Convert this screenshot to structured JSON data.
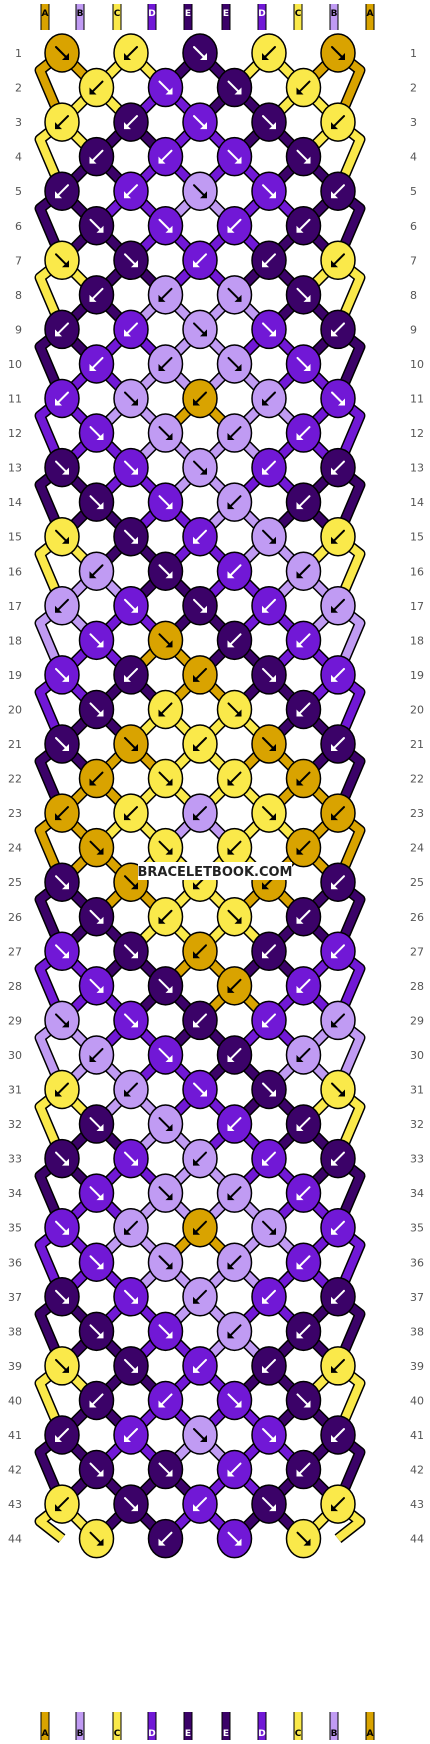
{
  "watermark": "BRACELETBOOK.COM",
  "strand_letters": [
    "A",
    "B",
    "C",
    "D",
    "E",
    "E",
    "D",
    "C",
    "B",
    "A"
  ],
  "row_count": 44,
  "palette": {
    "A": "#D9A300",
    "B": "#C09BF3",
    "C": "#FAE94A",
    "D": "#7118D6",
    "E": "#3B0268"
  },
  "rows": [
    [
      "A",
      "C",
      "E",
      "C",
      "A"
    ],
    [
      "C",
      "D",
      "E",
      "C"
    ],
    [
      "C",
      "E",
      "D",
      "E",
      "C"
    ],
    [
      "E",
      "D",
      "D",
      "E"
    ],
    [
      "E",
      "D",
      "B",
      "D",
      "E"
    ],
    [
      "E",
      "D",
      "D",
      "E"
    ],
    [
      "C",
      "E",
      "D",
      "E",
      "C"
    ],
    [
      "E",
      "B",
      "B",
      "E"
    ],
    [
      "E",
      "D",
      "B",
      "D",
      "E"
    ],
    [
      "D",
      "B",
      "B",
      "D"
    ],
    [
      "D",
      "B",
      "A",
      "B",
      "D"
    ],
    [
      "D",
      "B",
      "B",
      "D"
    ],
    [
      "E",
      "D",
      "B",
      "D",
      "E"
    ],
    [
      "E",
      "D",
      "B",
      "E"
    ],
    [
      "C",
      "E",
      "D",
      "B",
      "C"
    ],
    [
      "B",
      "E",
      "D",
      "B"
    ],
    [
      "B",
      "D",
      "E",
      "D",
      "B"
    ],
    [
      "D",
      "A",
      "E",
      "D"
    ],
    [
      "D",
      "E",
      "A",
      "E",
      "D"
    ],
    [
      "E",
      "C",
      "C",
      "E"
    ],
    [
      "E",
      "A",
      "C",
      "A",
      "E"
    ],
    [
      "A",
      "C",
      "C",
      "A"
    ],
    [
      "A",
      "C",
      "B",
      "C",
      "A"
    ],
    [
      "A",
      "C",
      "C",
      "A"
    ],
    [
      "E",
      "A",
      "C",
      "A",
      "E"
    ],
    [
      "E",
      "C",
      "C",
      "E"
    ],
    [
      "D",
      "E",
      "A",
      "E",
      "D"
    ],
    [
      "D",
      "E",
      "A",
      "D"
    ],
    [
      "B",
      "D",
      "E",
      "D",
      "B"
    ],
    [
      "B",
      "D",
      "E",
      "B"
    ],
    [
      "C",
      "B",
      "D",
      "E",
      "C"
    ],
    [
      "E",
      "B",
      "D",
      "E"
    ],
    [
      "E",
      "D",
      "B",
      "D",
      "E"
    ],
    [
      "D",
      "B",
      "B",
      "D"
    ],
    [
      "D",
      "B",
      "A",
      "B",
      "D"
    ],
    [
      "D",
      "B",
      "B",
      "D"
    ],
    [
      "E",
      "D",
      "B",
      "D",
      "E"
    ],
    [
      "E",
      "D",
      "B",
      "E"
    ],
    [
      "C",
      "E",
      "D",
      "E",
      "C"
    ],
    [
      "E",
      "D",
      "D",
      "E"
    ],
    [
      "E",
      "D",
      "B",
      "D",
      "E"
    ],
    [
      "E",
      "E",
      "D",
      "E"
    ],
    [
      "C",
      "E",
      "D",
      "E",
      "C"
    ],
    [
      "C",
      "E",
      "D",
      "C"
    ]
  ],
  "arrows": [
    [
      "dr",
      "dl",
      "dr",
      "dl",
      "dr"
    ],
    [
      "dl",
      "dr",
      "dr",
      "dl"
    ],
    [
      "dl",
      "dl",
      "dr",
      "dr",
      "dl"
    ],
    [
      "dl",
      "dl",
      "dr",
      "dr"
    ],
    [
      "dl",
      "dl",
      "dr",
      "dr",
      "dl"
    ],
    [
      "dr",
      "dr",
      "dl",
      "dl"
    ],
    [
      "dr",
      "dr",
      "dl",
      "dl",
      "dl"
    ],
    [
      "dl",
      "dl",
      "dr",
      "dr"
    ],
    [
      "dl",
      "dl",
      "dr",
      "dr",
      "dl"
    ],
    [
      "dl",
      "dl",
      "dr",
      "dr"
    ],
    [
      "dl",
      "dr",
      "dl",
      "dl",
      "dr"
    ],
    [
      "dr",
      "dr",
      "dl",
      "dl"
    ],
    [
      "dr",
      "dr",
      "dr",
      "dl",
      "dl"
    ],
    [
      "dr",
      "dr",
      "dl",
      "dl"
    ],
    [
      "dr",
      "dr",
      "dl",
      "dr",
      "dl"
    ],
    [
      "dl",
      "dr",
      "dl",
      "dl"
    ],
    [
      "dl",
      "dr",
      "dr",
      "dl",
      "dl"
    ],
    [
      "dr",
      "dr",
      "dl",
      "dl"
    ],
    [
      "dr",
      "dl",
      "dl",
      "dr",
      "dl"
    ],
    [
      "dr",
      "dl",
      "dr",
      "dl"
    ],
    [
      "dr",
      "dr",
      "dl",
      "dr",
      "dl"
    ],
    [
      "dl",
      "dr",
      "dl",
      "dl"
    ],
    [
      "dl",
      "dl",
      "dl",
      "dr",
      "dl"
    ],
    [
      "dr",
      "dr",
      "dl",
      "dl"
    ],
    [
      "dr",
      "dr",
      "dl",
      "dl",
      "dl"
    ],
    [
      "dr",
      "dl",
      "dr",
      "dl"
    ],
    [
      "dr",
      "dr",
      "dl",
      "dl",
      "dl"
    ],
    [
      "dr",
      "dr",
      "dl",
      "dl"
    ],
    [
      "dr",
      "dr",
      "dl",
      "dl",
      "dl"
    ],
    [
      "dl",
      "dr",
      "dl",
      "dl"
    ],
    [
      "dl",
      "dl",
      "dr",
      "dr",
      "dr"
    ],
    [
      "dr",
      "dr",
      "dl",
      "dl"
    ],
    [
      "dr",
      "dr",
      "dl",
      "dl",
      "dl"
    ],
    [
      "dr",
      "dr",
      "dl",
      "dl"
    ],
    [
      "dr",
      "dl",
      "dl",
      "dr",
      "dl"
    ],
    [
      "dr",
      "dr",
      "dl",
      "dl"
    ],
    [
      "dr",
      "dr",
      "dl",
      "dl",
      "dl"
    ],
    [
      "dr",
      "dr",
      "dl",
      "dl"
    ],
    [
      "dr",
      "dr",
      "dl",
      "dl",
      "dl"
    ],
    [
      "dl",
      "dl",
      "dr",
      "dr"
    ],
    [
      "dl",
      "dl",
      "dr",
      "dr",
      "dl"
    ],
    [
      "dr",
      "dr",
      "dl",
      "dl"
    ],
    [
      "dl",
      "dr",
      "dl",
      "dr",
      "dl"
    ],
    [
      "dr",
      "dl",
      "dr",
      "dr"
    ]
  ]
}
